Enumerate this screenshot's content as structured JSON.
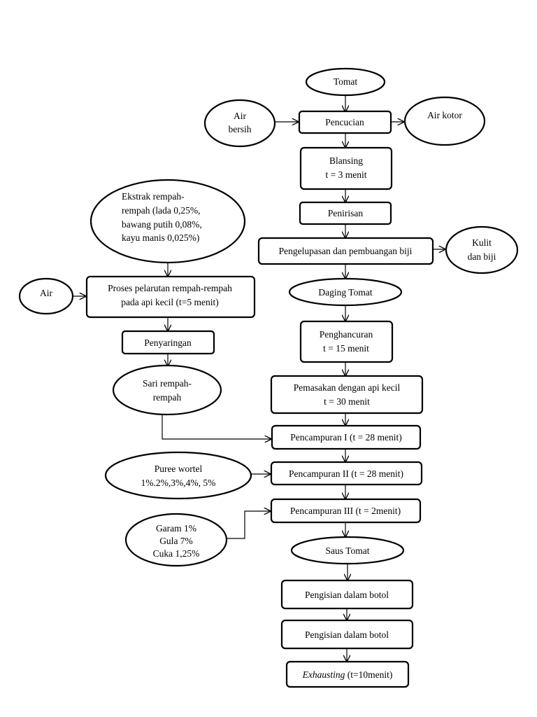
{
  "nodes": {
    "tomat": "Tomat",
    "air_bersih": [
      "Air",
      "bersih"
    ],
    "pencucian": "Pencucian",
    "air_kotor": "Air kotor",
    "blansing": [
      "Blansing",
      "t = 3 menit"
    ],
    "penirisan": "Penirisan",
    "ekstrak": [
      "Ekstrak rempah-",
      "rempah (lada 0,25%,",
      "bawang putih 0,08%,",
      "kayu manis 0,025%)"
    ],
    "pengelupasan": "Pengelupasan dan pembuangan biji",
    "kulit": [
      "Kulit",
      "dan biji"
    ],
    "air": "Air",
    "pelarutan": [
      "Proses pelarutan rempah-rempah",
      "pada api kecil (t=5 menit)"
    ],
    "daging": "Daging Tomat",
    "penyaringan": "Penyaringan",
    "penghancuran": [
      "Penghancuran",
      "t = 15 menit"
    ],
    "sari": [
      "Sari rempah-",
      "rempah"
    ],
    "pemasakan": [
      "Pemasakan dengan api kecil",
      "t = 30 menit"
    ],
    "campur1": "Pencampuran I (t = 28 menit)",
    "puree": [
      "Puree wortel",
      "1%.2%,3%,4%, 5%"
    ],
    "campur2": "Pencampuran II (t = 28 menit)",
    "campur3": "Pencampuran III (t = 2menit)",
    "garam": [
      "Garam 1%",
      "Gula 7%",
      "Cuka 1,25%"
    ],
    "saus": "Saus Tomat",
    "pengisian1": "Pengisian dalam botol",
    "pengisian2": "Pengisian dalam botol",
    "exhausting": {
      "italic": "Exhausting",
      "rest": " (t=10menit)"
    }
  }
}
